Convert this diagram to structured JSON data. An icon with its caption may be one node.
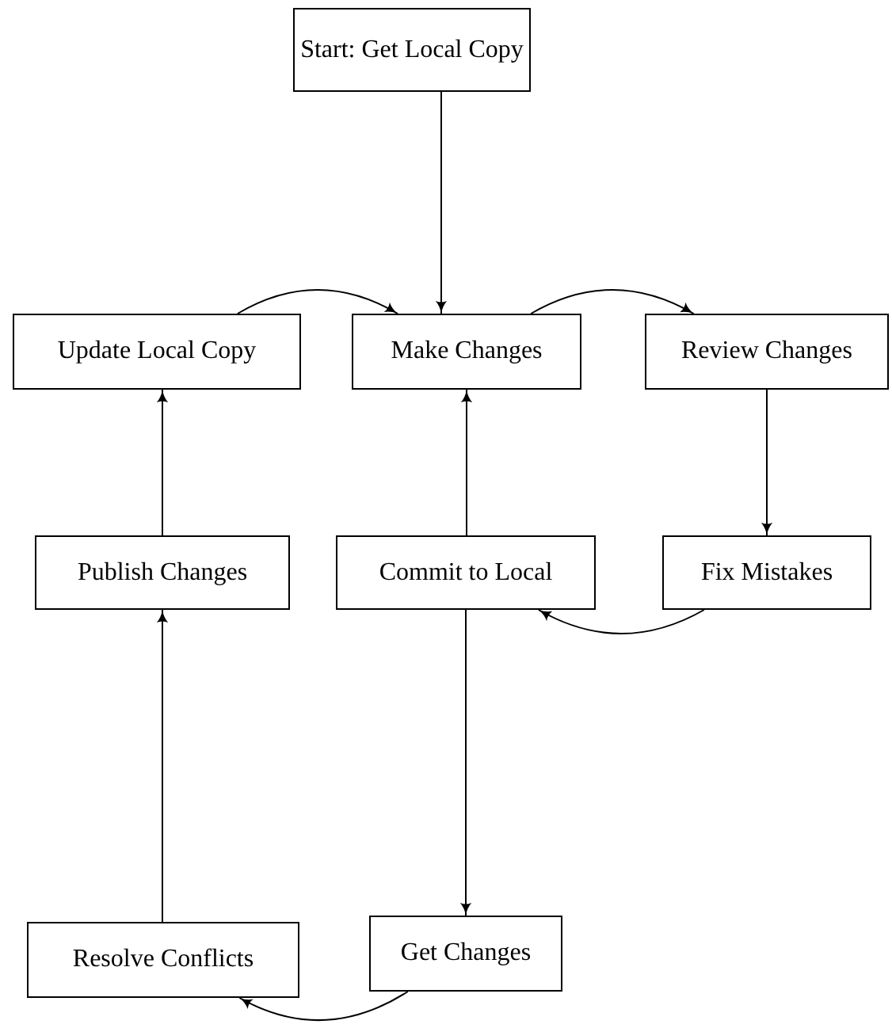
{
  "diagram": {
    "nodes": [
      {
        "text": [
          "Start: Get Local Copy"
        ]
      },
      {
        "text": [
          "Update Local Copy"
        ]
      },
      {
        "text": [
          "Make Changes"
        ]
      },
      {
        "text": [
          "Review Changes"
        ]
      },
      {
        "text": [
          "Publish Changes"
        ]
      },
      {
        "text": [
          "Commit to Local"
        ]
      },
      {
        "text": [
          "Fix Mistakes"
        ]
      },
      {
        "text": [
          "Resolve Conflicts"
        ]
      },
      {
        "text": [
          "Get Changes"
        ]
      }
    ],
    "edges": [
      {
        "from": 0,
        "to": 2,
        "arrow": "to"
      },
      {
        "from": 1,
        "to": 2,
        "arrow": "to"
      },
      {
        "from": 2,
        "to": 3,
        "arrow": "to"
      },
      {
        "from": 3,
        "to": 6,
        "arrow": "to"
      },
      {
        "from": 6,
        "to": 5,
        "arrow": "to"
      },
      {
        "from": 5,
        "to": 2,
        "arrow": "to"
      },
      {
        "from": 5,
        "to": 8,
        "arrow": "to"
      },
      {
        "from": 8,
        "to": 7,
        "arrow": "to"
      },
      {
        "from": 7,
        "to": 4,
        "arrow": "to"
      },
      {
        "from": 4,
        "to": 1,
        "arrow": "to"
      }
    ]
  }
}
